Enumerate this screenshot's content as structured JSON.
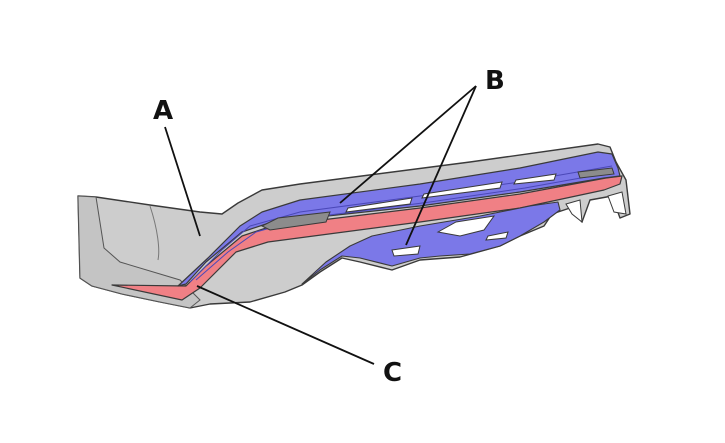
{
  "labels": {
    "a": "A",
    "b": "B",
    "c": "C"
  },
  "colors": {
    "body": "#cdcdcd",
    "blue_region": "#7b78e8",
    "red_region": "#f08085",
    "outline": "#3a3a3a",
    "leader": "#111111",
    "background": "#ffffff"
  }
}
